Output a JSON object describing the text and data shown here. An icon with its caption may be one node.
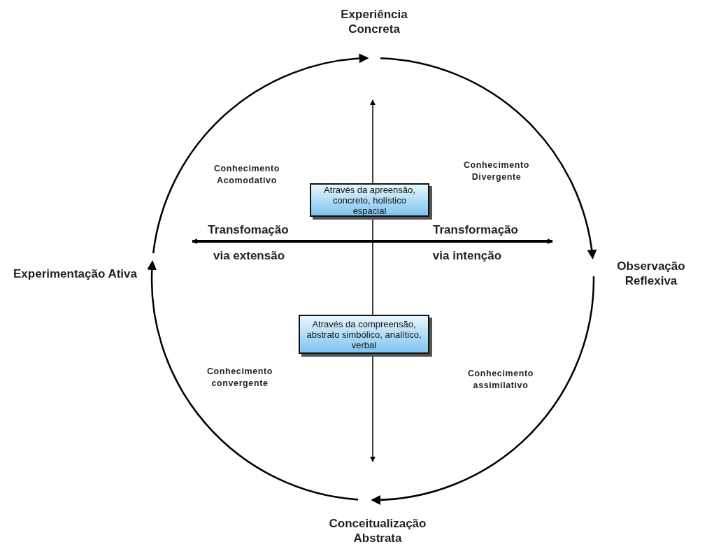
{
  "diagram": {
    "nodes": [
      {
        "text": [
          "Experiência Concreta"
        ]
      },
      {
        "text": [
          "Observação Reflexiva"
        ]
      },
      {
        "text": [
          "Conceitualização Abstrata"
        ]
      },
      {
        "text": [
          "Experimentação Ativa"
        ]
      },
      {
        "text": [
          "Através da apreensão, concreto, holístico espacial"
        ]
      },
      {
        "text": [
          "Através da compreensão, abstrato simbólico, analítico, verbal"
        ]
      }
    ],
    "edges": [
      {
        "from": 3,
        "to": 0,
        "arrow": "to"
      },
      {
        "from": 0,
        "to": 1,
        "arrow": "to"
      },
      {
        "from": 1,
        "to": 2,
        "arrow": "to"
      },
      {
        "from": 2,
        "to": 3,
        "arrow": "to"
      },
      {
        "from": 4,
        "to": null,
        "arrow": "to"
      },
      {
        "from": 4,
        "to": 5,
        "arrow": "none"
      },
      {
        "from": 5,
        "to": null,
        "arrow": "to"
      }
    ],
    "labels": [
      "Conhecimento Acomodativo",
      "Conhecimento Divergente",
      "Transfomação",
      "Transformação",
      "via extensão",
      "via intenção",
      "Conhecimento convergente",
      "Conhecimento assimilativo"
    ]
  }
}
